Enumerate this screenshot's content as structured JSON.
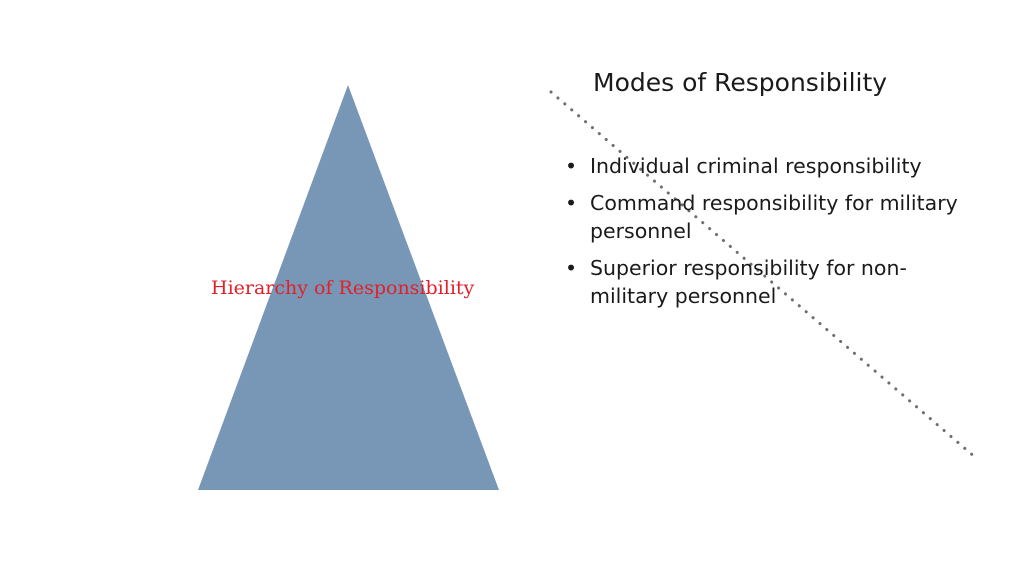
{
  "slide": {
    "title": "Modes of Responsibility",
    "pyramid_label": "Hierarchy of Responsibility",
    "bullets": [
      "Individual criminal responsibility",
      "Command responsibility for military personnel",
      "Superior responsibility for non-military personnel"
    ],
    "bullet_glyph": "•",
    "colors": {
      "pyramid": "#7896b6",
      "pyramid_label": "#e0202a",
      "dotted_line": "#6e6e6e"
    }
  }
}
